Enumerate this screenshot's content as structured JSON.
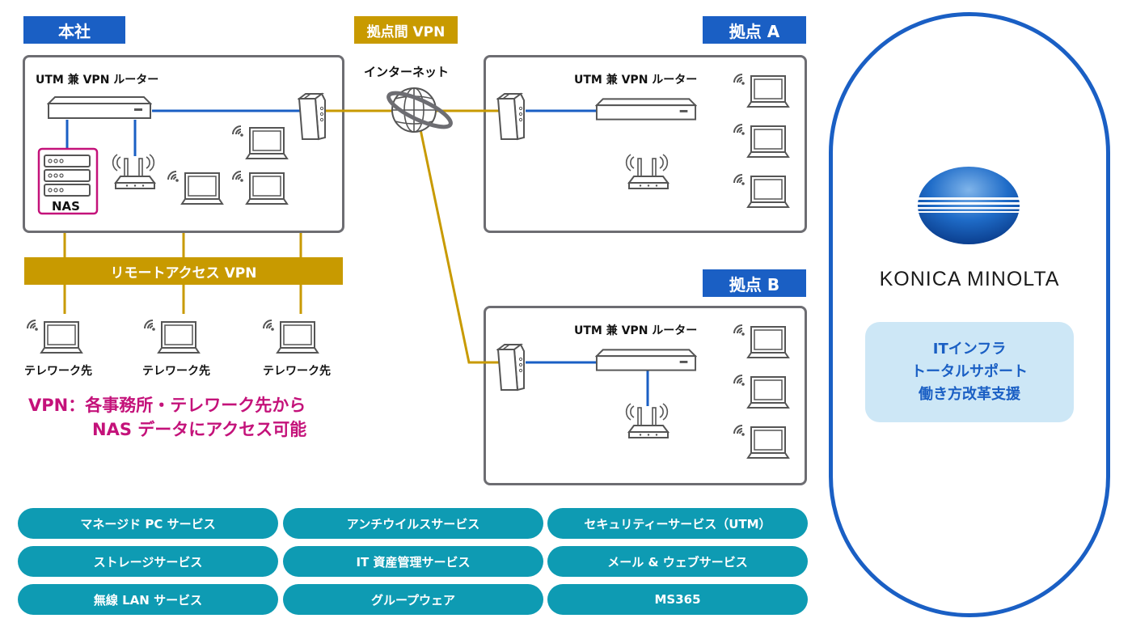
{
  "headquarters": {
    "tag": "本社",
    "router_label": "UTM 兼 VPN ルーター",
    "nas_label": "NAS"
  },
  "inter_site_vpn": {
    "tag": "拠点間 VPN",
    "internet_label": "インターネット"
  },
  "branch_a": {
    "tag": "拠点 A",
    "router_label": "UTM 兼 VPN ルーター"
  },
  "branch_b": {
    "tag": "拠点 B",
    "router_label": "UTM 兼 VPN ルーター"
  },
  "remote_access": {
    "bar_label": "リモートアクセス VPN",
    "telework_labels": [
      "テレワーク先",
      "テレワーク先",
      "テレワーク先"
    ]
  },
  "note": {
    "line1": "VPN：各事務所・テレワーク先から",
    "line2": "NAS データにアクセス可能"
  },
  "services": [
    "マネージド PC サービス",
    "アンチウイルスサービス",
    "セキュリティーサービス（UTM）",
    "ストレージサービス",
    "IT 資産管理サービス",
    "メール & ウェブサービス",
    "無線 LAN サービス",
    "グループウェア",
    "MS365"
  ],
  "brand": {
    "name": "KONICA MINOLTA",
    "panel_lines": [
      "ITインフラ",
      "トータルサポート",
      "働き方改革支援"
    ]
  },
  "colors": {
    "site_blue": "#1a5fc4",
    "vpn_gold": "#c89a00",
    "lan_blue": "#1a5fc4",
    "note_magenta": "#c4127a",
    "service_teal": "#0e9bb3",
    "panel_light_blue": "#cde7f6"
  }
}
